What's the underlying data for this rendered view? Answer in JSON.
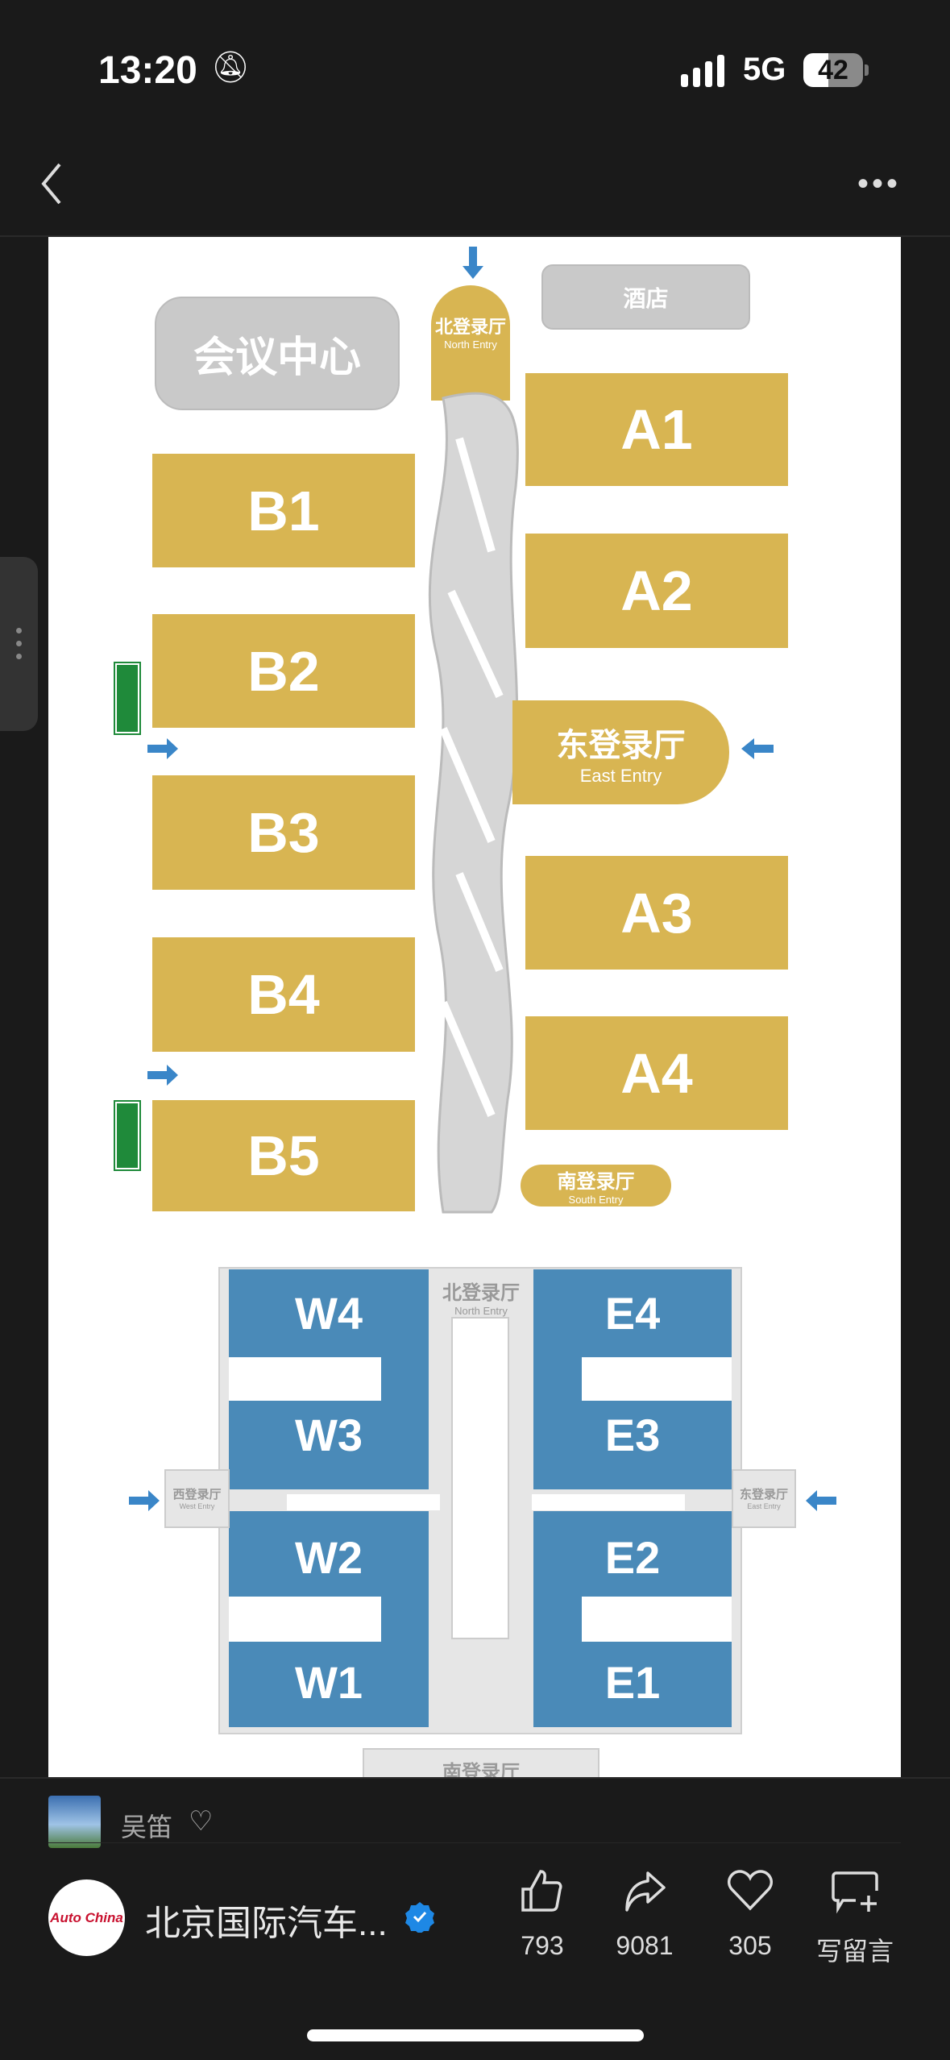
{
  "status_bar": {
    "time": "13:20",
    "network": "5G",
    "battery": "42",
    "mute_icon": "bell-slash-icon"
  },
  "nav": {
    "back_icon": "chevron-left-icon",
    "more_icon": "ellipsis-icon"
  },
  "map": {
    "north_top": {
      "cn": "北登录厅",
      "en": "North Entry"
    },
    "conference": "会议中心",
    "hotel": "酒店",
    "east_top": {
      "cn": "东登录厅",
      "en": "East Entry"
    },
    "south_top": {
      "cn": "南登录厅",
      "en": "South Entry"
    },
    "halls_a": [
      "A1",
      "A2",
      "A3",
      "A4"
    ],
    "halls_b": [
      "B1",
      "B2",
      "B3",
      "B4",
      "B5"
    ],
    "halls_w": [
      "W4",
      "W3",
      "W2",
      "W1"
    ],
    "halls_e": [
      "E4",
      "E3",
      "E2",
      "E1"
    ],
    "north_bottom": {
      "cn": "北登录厅",
      "en": "North Entry"
    },
    "west_bottom": {
      "cn": "西登录厅",
      "en": "West Entry"
    },
    "east_bottom": {
      "cn": "东登录厅",
      "en": "East Entry"
    },
    "south_bottom": {
      "cn": "南登录厅"
    },
    "colors": {
      "gold": "#d8b552",
      "blue": "#4a8ab8",
      "arrow": "#3a86c8"
    }
  },
  "comment": {
    "user": "吴笛"
  },
  "author": {
    "name": "北京国际汽车...",
    "logo": "Auto China"
  },
  "actions": [
    {
      "icon": "thumbs-up-icon",
      "label": "793"
    },
    {
      "icon": "share-icon",
      "label": "9081"
    },
    {
      "icon": "heart-icon",
      "label": "305"
    },
    {
      "icon": "comment-plus-icon",
      "label": "写留言"
    }
  ]
}
